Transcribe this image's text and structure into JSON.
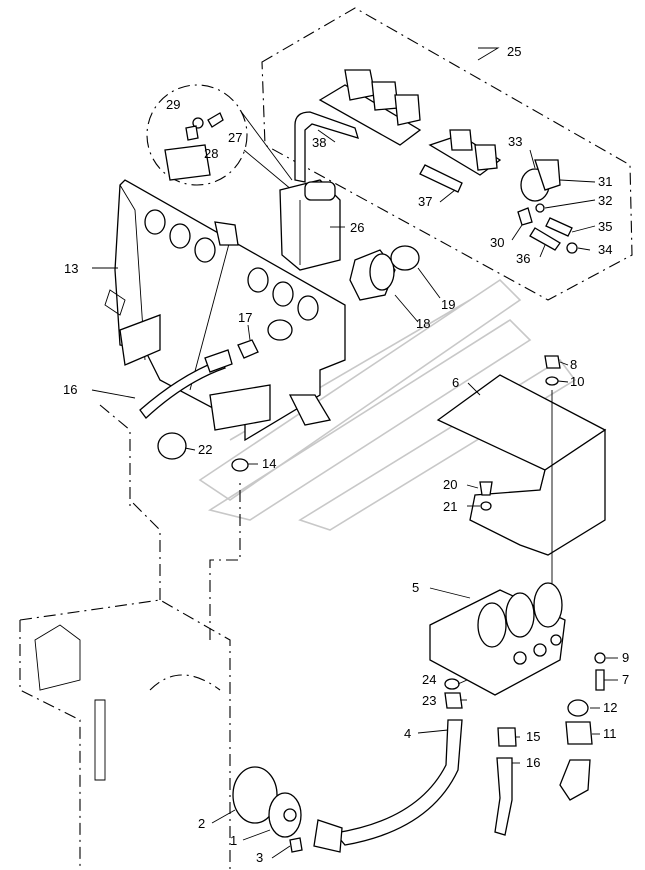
{
  "diagram": {
    "callouts": [
      "1",
      "2",
      "3",
      "4",
      "5",
      "6",
      "7",
      "8",
      "9",
      "10",
      "11",
      "12",
      "13",
      "14",
      "15",
      "16",
      "17",
      "18",
      "19",
      "20",
      "21",
      "22",
      "23",
      "24",
      "25",
      "26",
      "27",
      "28",
      "29",
      "30",
      "31",
      "32",
      "33",
      "34",
      "35",
      "36",
      "37",
      "38"
    ]
  },
  "colors": {
    "line": "#000000",
    "watermark": "#c8c8c8",
    "background": "#ffffff"
  }
}
